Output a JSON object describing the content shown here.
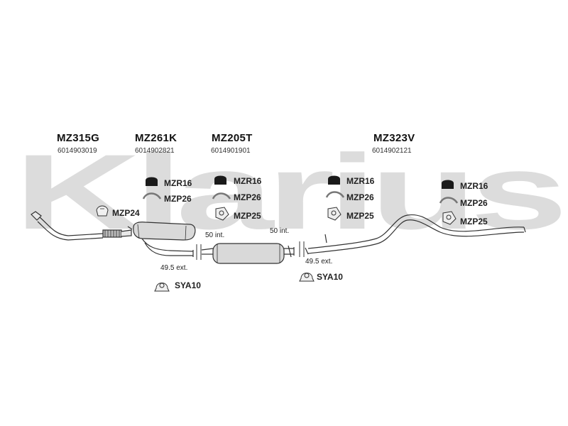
{
  "watermark": {
    "text": "Klarius",
    "color": "#d6d6d6"
  },
  "sections": [
    {
      "code": "MZ315G",
      "number": "6014903019"
    },
    {
      "code": "MZ261K",
      "number": "6014902821"
    },
    {
      "code": "MZ205T",
      "number": "6014901901"
    },
    {
      "code": "MZ323V",
      "number": "6014902121"
    }
  ],
  "fittings": {
    "mzp24": "MZP24",
    "group1": [
      "MZR16",
      "MZP26",
      "MZP25"
    ],
    "group2": [
      "MZR16",
      "MZP26",
      "MZP25"
    ],
    "group3": [
      "MZR16",
      "MZP26",
      "MZP25"
    ],
    "sya_left": "SYA10",
    "sya_right": "SYA10"
  },
  "dimensions": {
    "int_left": "50 int.",
    "ext_left": "49.5 ext.",
    "int_right": "50 int.",
    "ext_right": "49.5 ext."
  },
  "colors": {
    "line": "#333333",
    "pipe_fill": "#e8e8e8",
    "muffler_fill": "#d9d9d9",
    "rubber": "#1a1a1a"
  }
}
